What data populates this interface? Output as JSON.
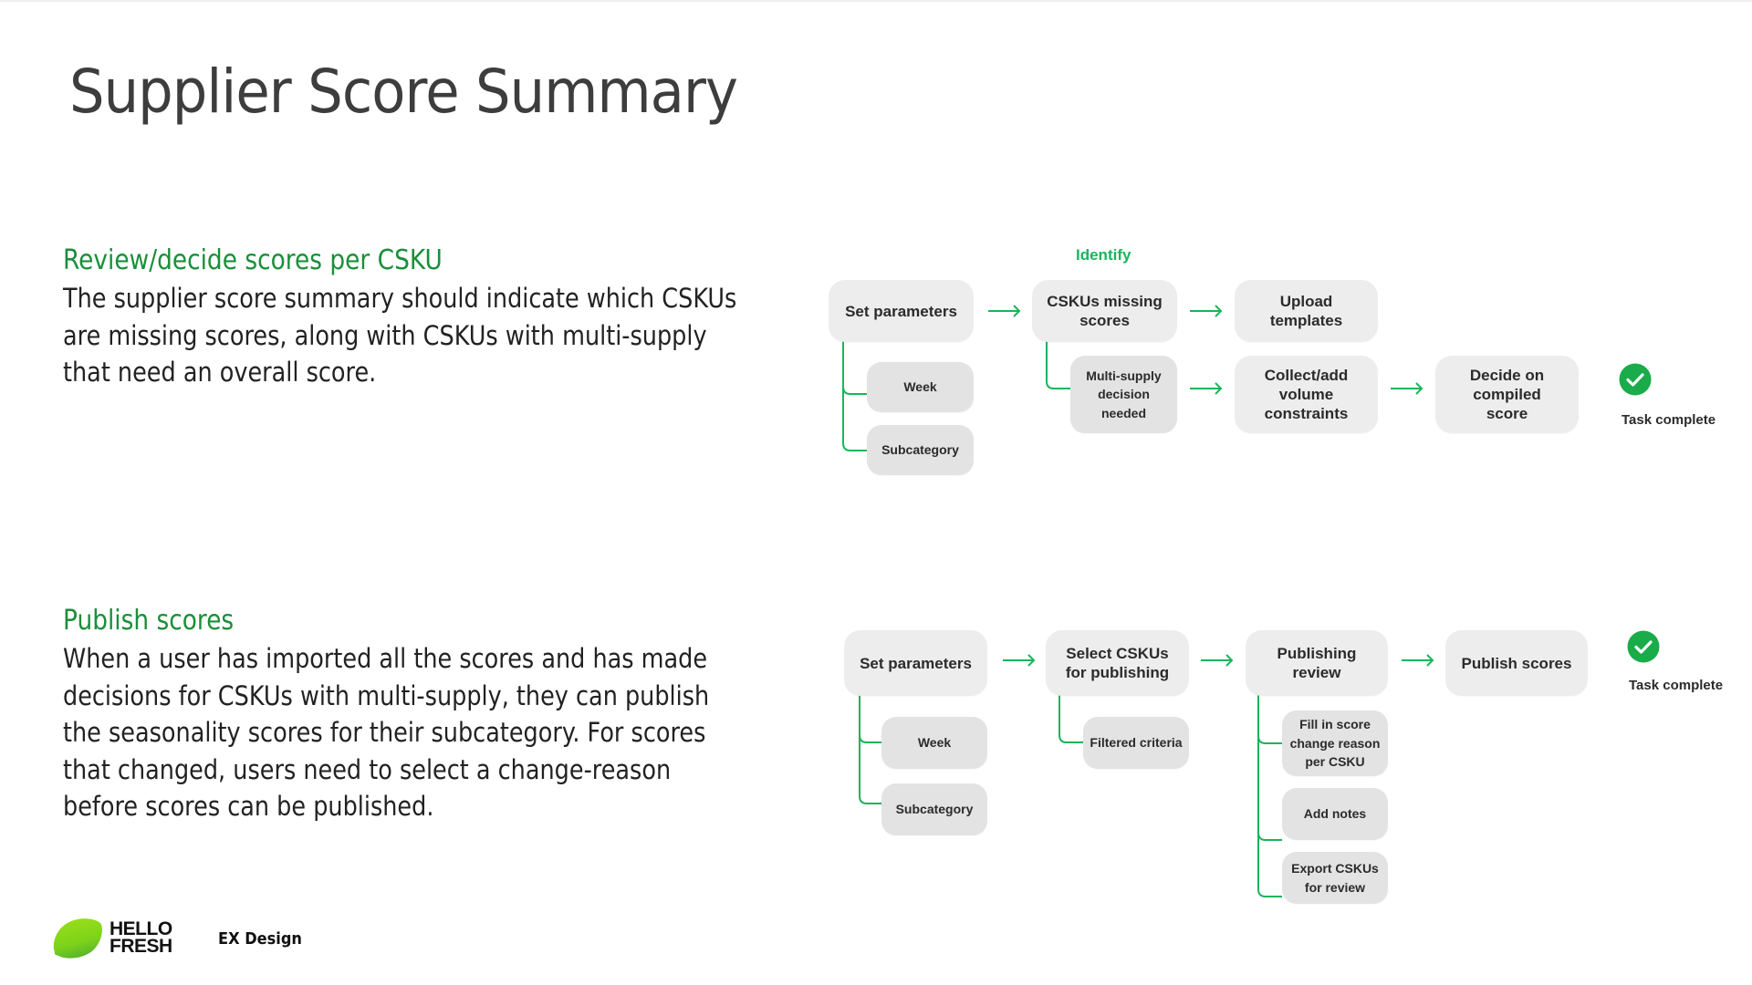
{
  "page": {
    "title": "Supplier Score Summary"
  },
  "sections": [
    {
      "heading": "Review/decide scores per CSKU",
      "body_lines": [
        "The supplier score summary should indicate which CSKUs",
        "are missing scores, along with CSKUs with multi-supply",
        "that need an overall score."
      ]
    },
    {
      "heading": "Publish scores",
      "body_lines": [
        "When a user has imported all the scores and has made",
        "decisions for CSKUs with multi-supply, they can publish",
        "the seasonality scores for their subcategory. For scores",
        "that changed, users need to select a change-reason",
        "before scores can be published."
      ]
    }
  ],
  "flow1": {
    "stage_label": "Identify",
    "set_parameters": "Set parameters",
    "week": "Week",
    "subcategory": "Subcategory",
    "cskus_missing": "CSKUs missing scores",
    "multi_supply": "Multi-supply decision needed",
    "upload_templates": "Upload templates",
    "collect_constraints": "Collect/add volume constraints",
    "decide_score": "Decide on compiled score",
    "task_complete": "Task complete"
  },
  "flow2": {
    "set_parameters": "Set parameters",
    "week": "Week",
    "subcategory": "Subcategory",
    "select_cskus": "Select CSKUs for publishing",
    "filtered_criteria": "Filtered criteria",
    "publishing_review": "Publishing review",
    "fill_reason": "Fill in score change reason per CSKU",
    "add_notes": "Add notes",
    "export_cskus": "Export CSKUs for review",
    "publish_scores": "Publish scores",
    "task_complete": "Task complete"
  },
  "footer": {
    "brand_line1": "HELLO",
    "brand_line2": "FRESH",
    "team": "EX Design"
  },
  "colors": {
    "accent_green": "#1a8f3a",
    "flow_green": "#19b55a",
    "check_green": "#1aab4b"
  }
}
